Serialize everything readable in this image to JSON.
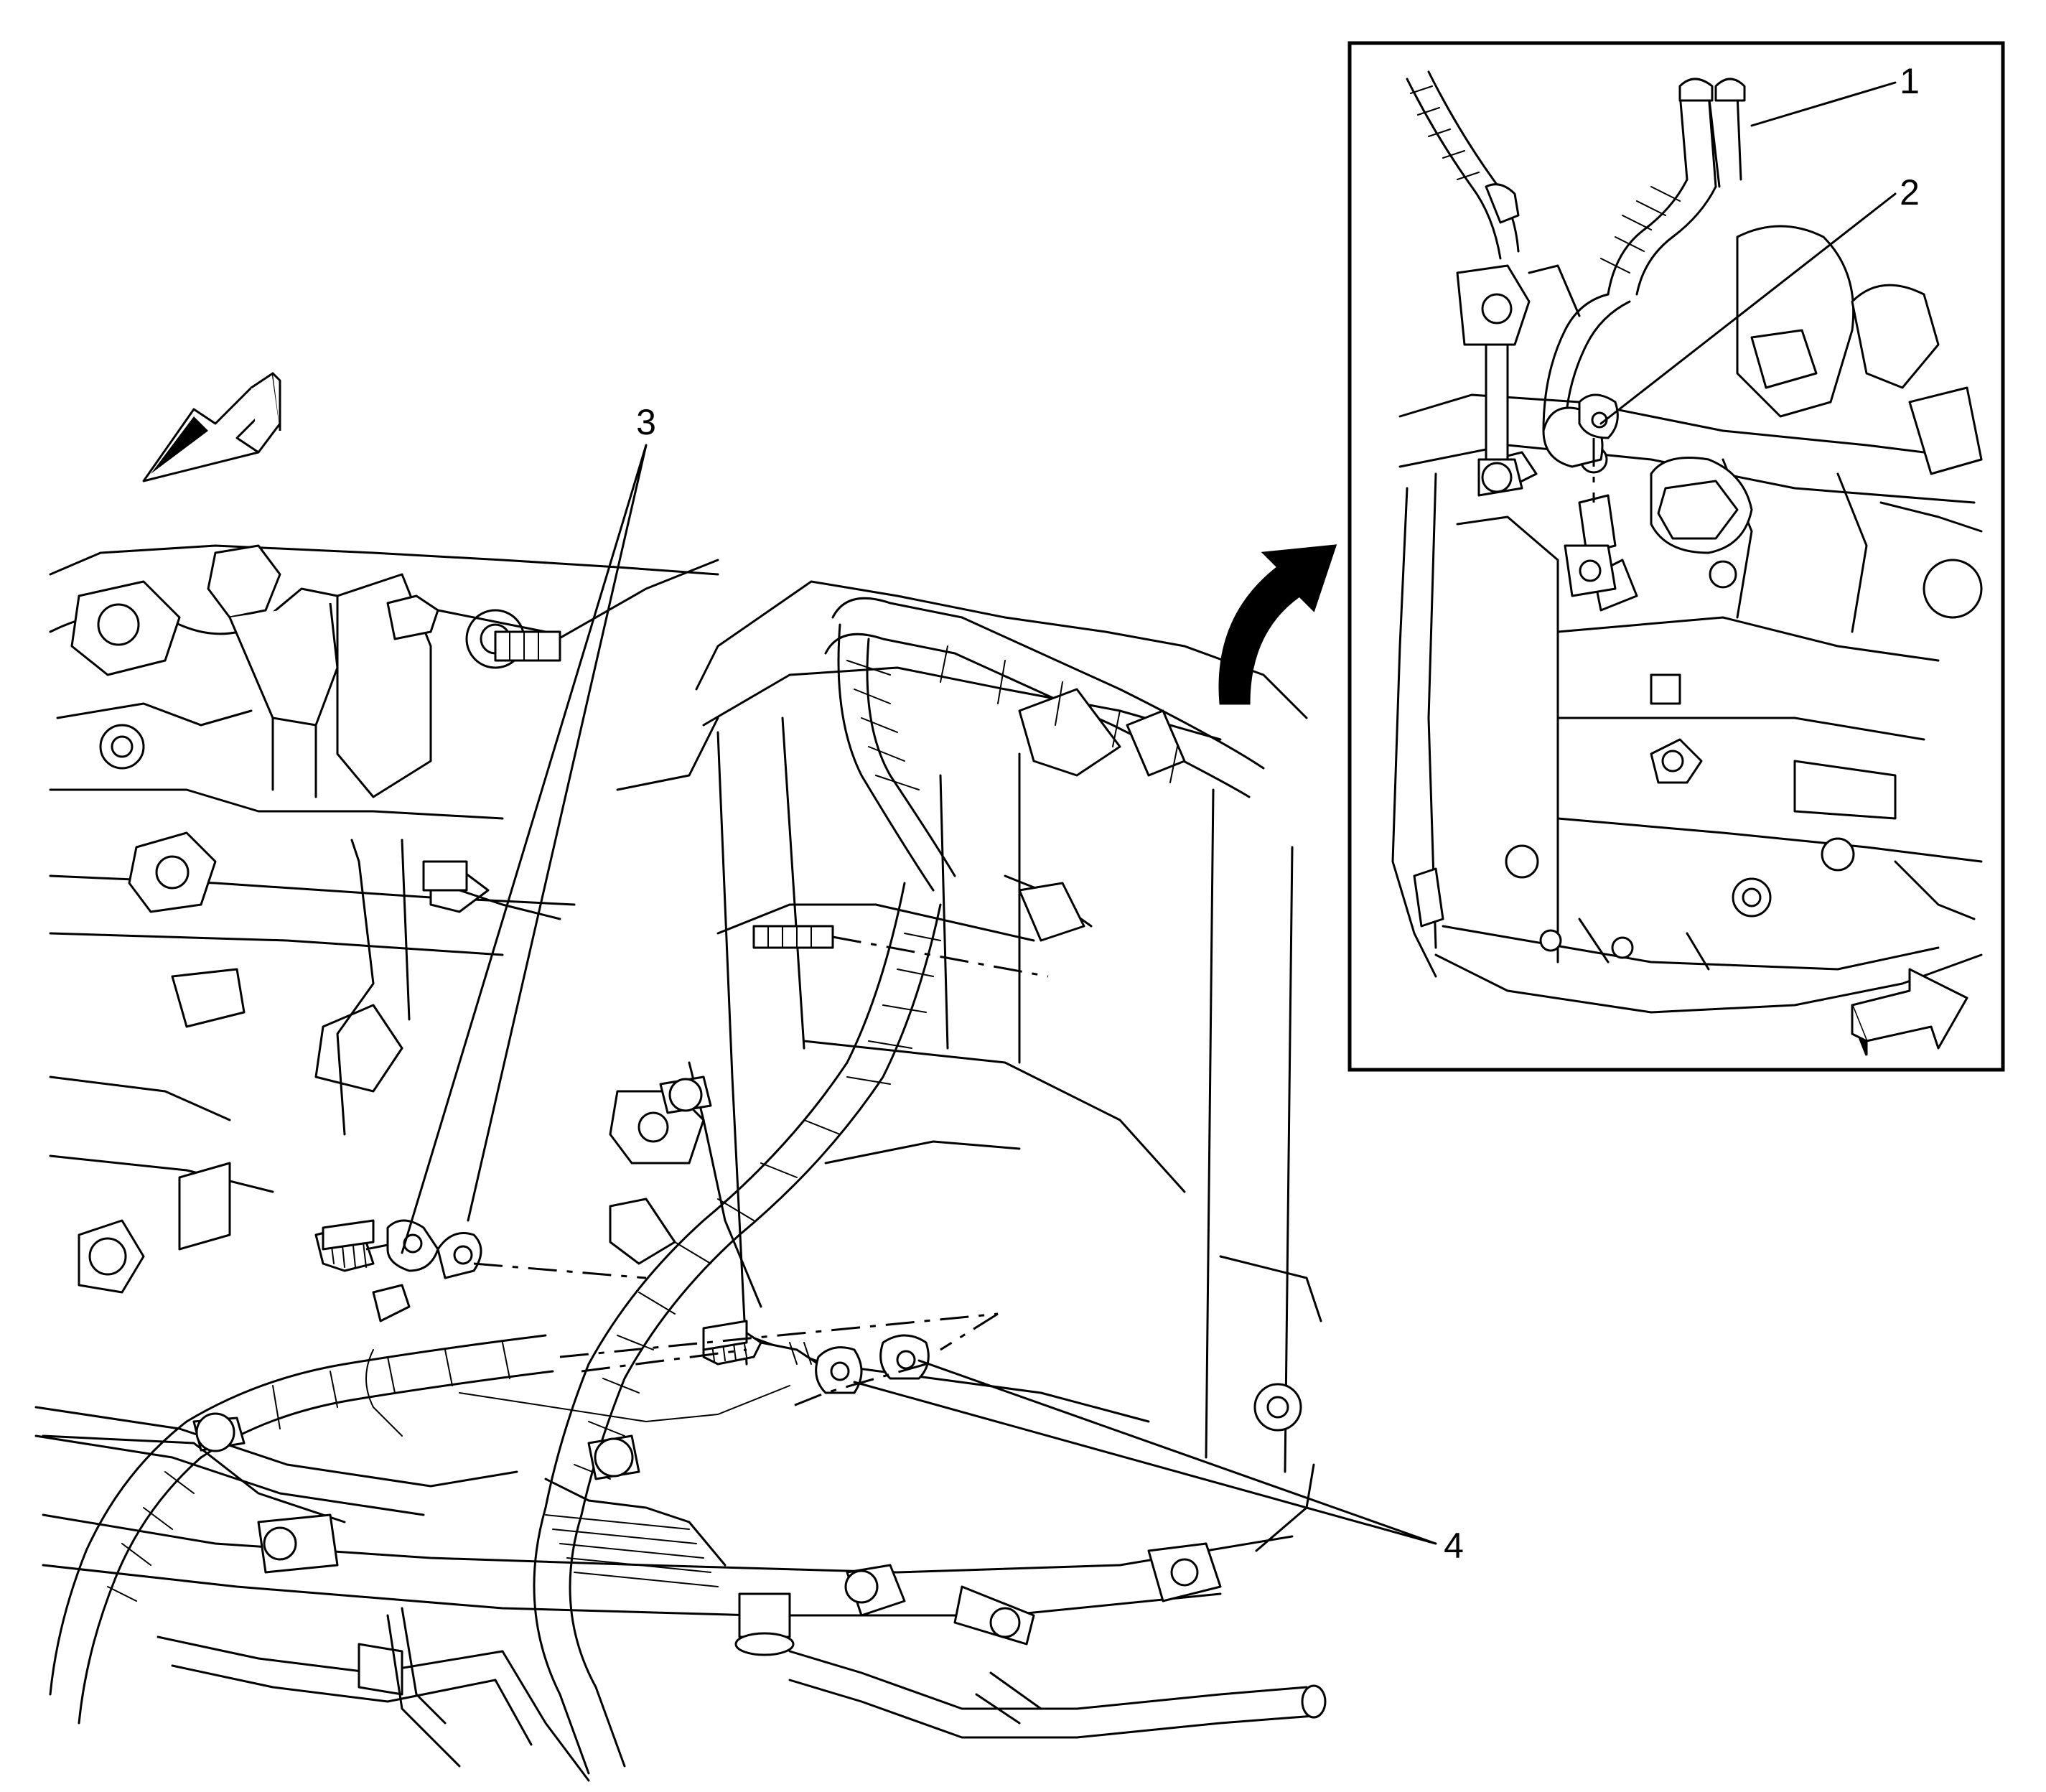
{
  "callouts": [
    {
      "id": "1",
      "label": "1"
    },
    {
      "id": "2",
      "label": "2"
    },
    {
      "id": "3",
      "label": "3"
    },
    {
      "id": "4",
      "label": "4"
    }
  ],
  "icons": {
    "direction_arrow_main": "direction-arrow-icon",
    "direction_arrow_inset": "direction-arrow-icon",
    "view_rotate_arrow": "rotate-arrow-icon"
  },
  "colors": {
    "line": "#000000",
    "background": "#ffffff"
  }
}
